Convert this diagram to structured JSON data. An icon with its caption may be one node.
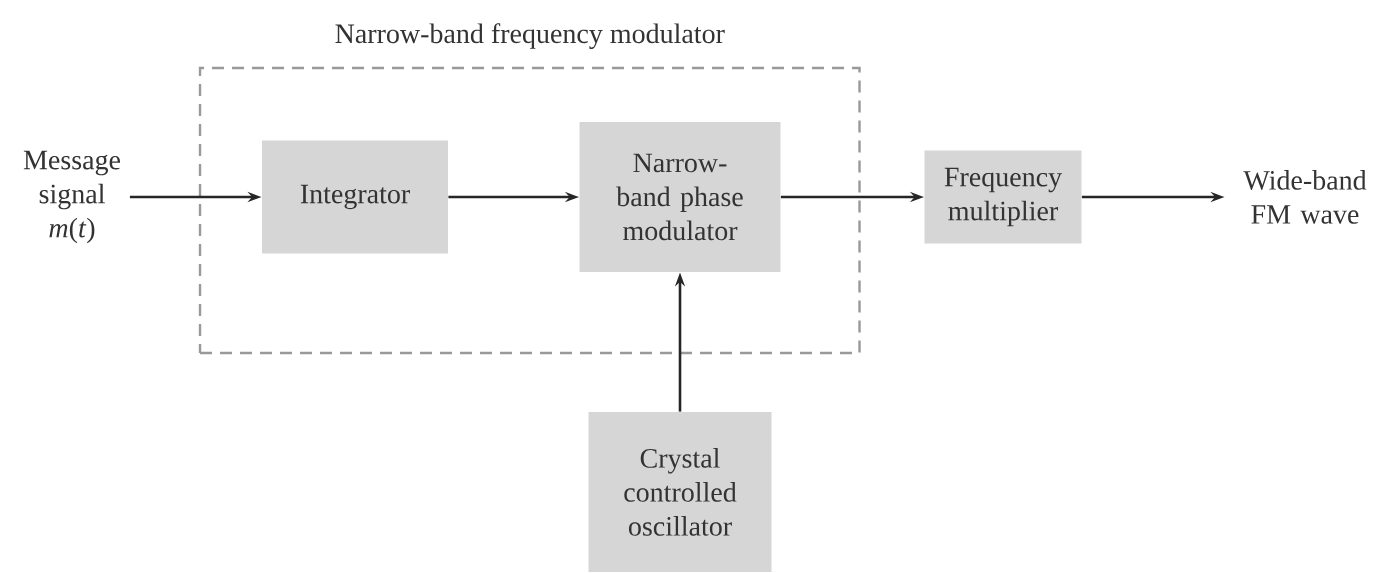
{
  "diagram": {
    "nodes": [
      {
        "text": [
          "Narrow-band frequency modulator"
        ]
      },
      {
        "text": [
          "Message signal *m*(*t*)"
        ]
      },
      {
        "text": [
          "Integrator"
        ],
        "in": 0
      },
      {
        "text": [
          "Narrow-band phase modulator"
        ],
        "in": 0
      },
      {
        "text": [
          "Frequency multiplier"
        ]
      },
      {
        "text": [
          "Wide-band FM wave"
        ]
      },
      {
        "text": [
          "Crystal controlled oscillator"
        ]
      }
    ],
    "edges": [
      {
        "from": 1,
        "to": 2,
        "arrow": "to"
      },
      {
        "from": 2,
        "to": 3,
        "arrow": "to"
      },
      {
        "from": 3,
        "to": 4,
        "arrow": "to"
      },
      {
        "from": 4,
        "to": 5,
        "arrow": "to"
      },
      {
        "from": 6,
        "to": 3,
        "arrow": "to"
      }
    ]
  }
}
